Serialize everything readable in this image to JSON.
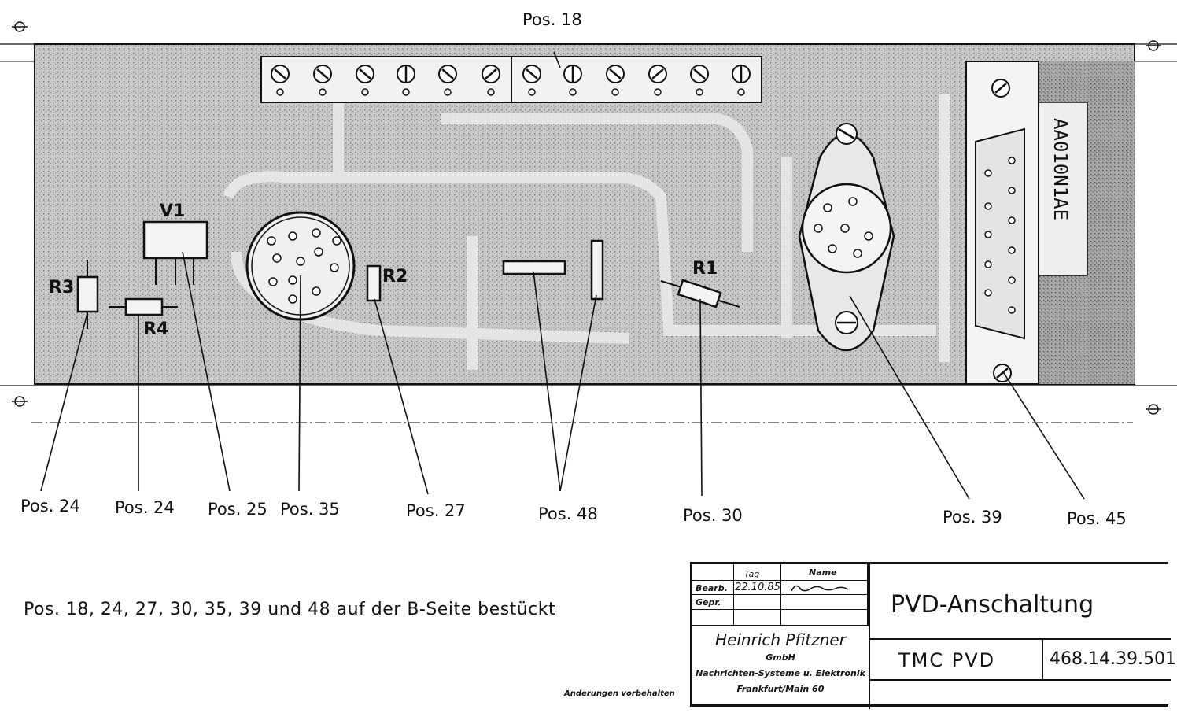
{
  "labels": {
    "pos18": "Pos. 18",
    "pos24a": "Pos. 24",
    "pos24b": "Pos. 24",
    "pos25": "Pos. 25",
    "pos35": "Pos. 35",
    "pos27": "Pos. 27",
    "pos48": "Pos. 48",
    "pos30": "Pos. 30",
    "pos39": "Pos. 39",
    "pos45": "Pos. 45"
  },
  "components": {
    "v1": "V1",
    "r1": "R1",
    "r2": "R2",
    "r3": "R3",
    "r4": "R4",
    "connector_text": "AA010N1AE"
  },
  "note": "Pos. 18, 24, 27, 30, 35, 39 und 48 auf der B-Seite bestückt",
  "title_block": {
    "tag_header": "Tag",
    "name_header": "Name",
    "bearb_label": "Bearb.",
    "bearb_date": "22.10.85",
    "gepr_label": "Gepr.",
    "company": "Heinrich Pfitzner",
    "company_form": "GmbH",
    "company_line2": "Nachrichten-Systeme u. Elektronik",
    "company_line3": "Frankfurt/Main 60",
    "title": "PVD-Anschaltung",
    "subtitle": "TMC PVD",
    "drawing_number": "468.14.39.501"
  },
  "changes_note": "Änderungen vorbehalten",
  "colors": {
    "ink": "#111111",
    "board": "#bdbdbd",
    "board_dark": "#8e8e8e",
    "paper": "#ffffff"
  }
}
